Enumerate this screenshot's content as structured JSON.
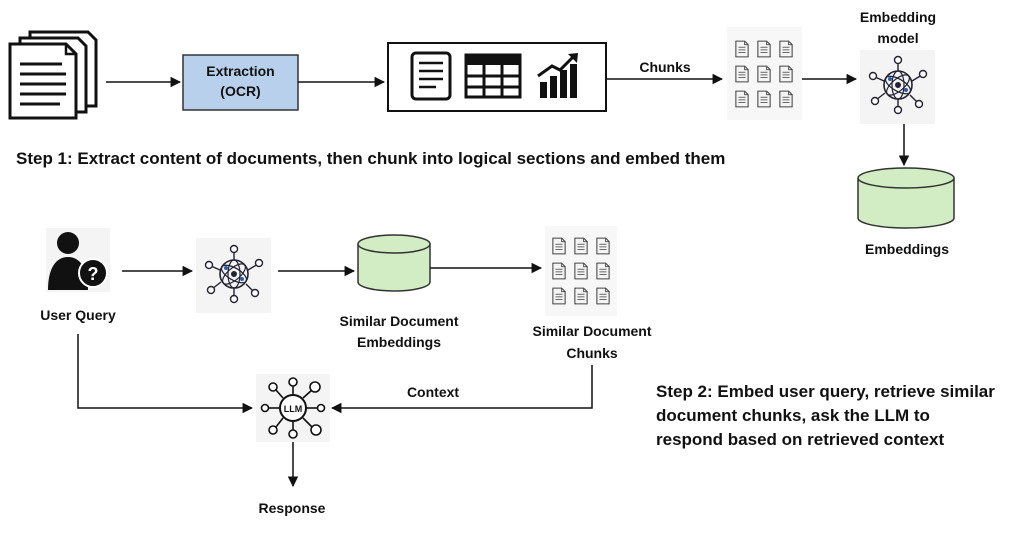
{
  "labels": {
    "extraction_line1": "Extraction",
    "extraction_line2": "(OCR)",
    "chunks": "Chunks",
    "embedding_model_line1": "Embedding",
    "embedding_model_line2": "model",
    "step1": "Step 1: Extract content of documents, then chunk into logical sections and embed them",
    "embeddings": "Embeddings",
    "user_query": "User Query",
    "similar_embeddings_line1": "Similar Document",
    "similar_embeddings_line2": "Embeddings",
    "similar_chunks_line1": "Similar Document",
    "similar_chunks_line2": "Chunks",
    "context": "Context",
    "llm": "LLM",
    "response": "Response",
    "step2_line1": "Step 2: Embed user query, retrieve similar",
    "step2_line2": "document chunks, ask the LLM to",
    "step2_line3": "respond based on retrieved context"
  },
  "colors": {
    "extraction_fill": "#b8d0ec",
    "database_fill": "#d2ecc4",
    "line": "#111111"
  },
  "icons": [
    "documents-stack-icon",
    "document-icon",
    "table-icon",
    "bar-chart-icon",
    "chunks-grid-icon",
    "network-icon",
    "database-icon",
    "user-question-icon",
    "llm-network-icon"
  ]
}
